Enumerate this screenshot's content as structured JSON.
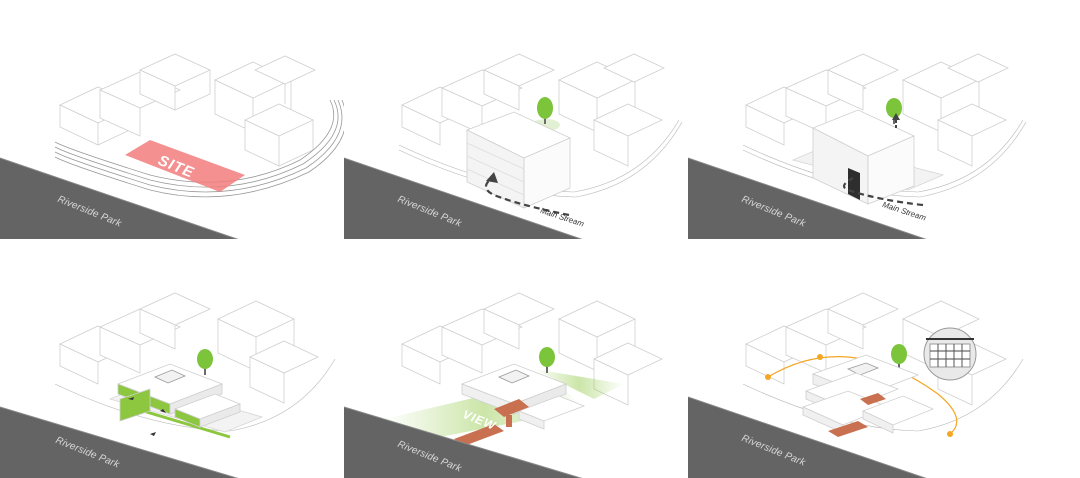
{
  "panels": [
    {
      "road_label": "Riverside Park",
      "overlay_label": "SITE"
    },
    {
      "road_label": "Riverside Park",
      "stream_label": "Main Stream"
    },
    {
      "road_label": "Riverside Park",
      "stream_label": "Main Stream"
    },
    {
      "road_label": "Riverside Park"
    },
    {
      "road_label": "Riverside Park",
      "overlay_label": "VIEW"
    },
    {
      "road_label": "Riverside Park"
    }
  ],
  "colors": {
    "road": "#646464",
    "site": "#f27c7c",
    "tree": "#7cc43a",
    "green_accent": "#8dc63f",
    "view_bridge": "#c8704f",
    "sun": "#f5a623",
    "outline": "#cfcfcf"
  }
}
